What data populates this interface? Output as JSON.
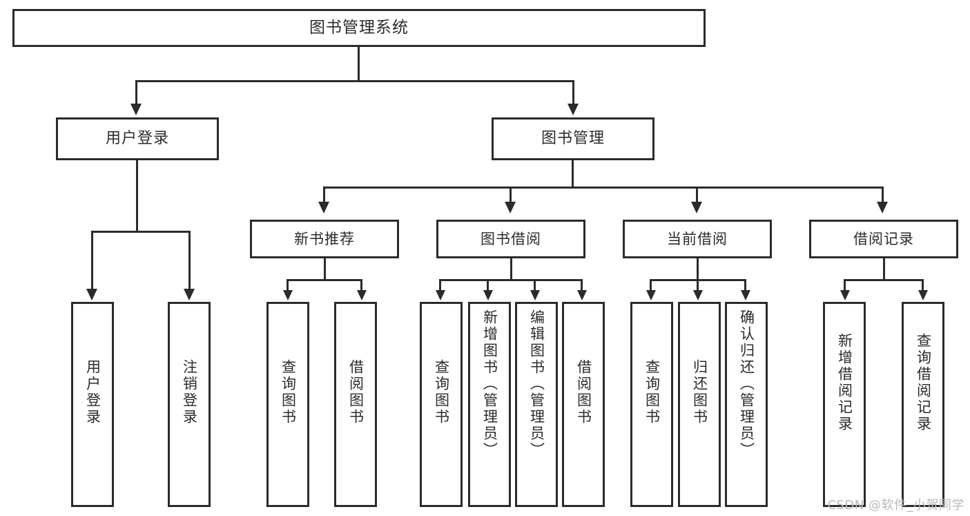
{
  "diagram": {
    "type": "tree-hierarchy-diagram",
    "root": {
      "label": "图书管理系统"
    },
    "level1": [
      {
        "label": "用户登录"
      },
      {
        "label": "图书管理"
      }
    ],
    "level2": [
      {
        "label": "新书推荐"
      },
      {
        "label": "图书借阅"
      },
      {
        "label": "当前借阅"
      },
      {
        "label": "借阅记录"
      }
    ],
    "leaves": {
      "user_login": [
        {
          "label": "用户登录"
        },
        {
          "label": "注销登录"
        }
      ],
      "new_book_recommend": [
        {
          "label": "查询图书"
        },
        {
          "label": "借阅图书"
        }
      ],
      "book_borrow": [
        {
          "label": "查询图书"
        },
        {
          "label": "新增图书（管理员）"
        },
        {
          "label": "编辑图书（管理员）"
        },
        {
          "label": "借阅图书"
        }
      ],
      "current_borrow": [
        {
          "label": "查询图书"
        },
        {
          "label": "归还图书"
        },
        {
          "label": "确认归还（管理员）"
        }
      ],
      "borrow_record": [
        {
          "label": "新增借阅记录"
        },
        {
          "label": "查询借阅记录"
        }
      ]
    }
  },
  "watermark": {
    "text": "CSDN @软件_小贺同学"
  },
  "colors": {
    "stroke": "#2b2b2b",
    "fill": "#ffffff",
    "watermark": "#b9b9b9"
  }
}
